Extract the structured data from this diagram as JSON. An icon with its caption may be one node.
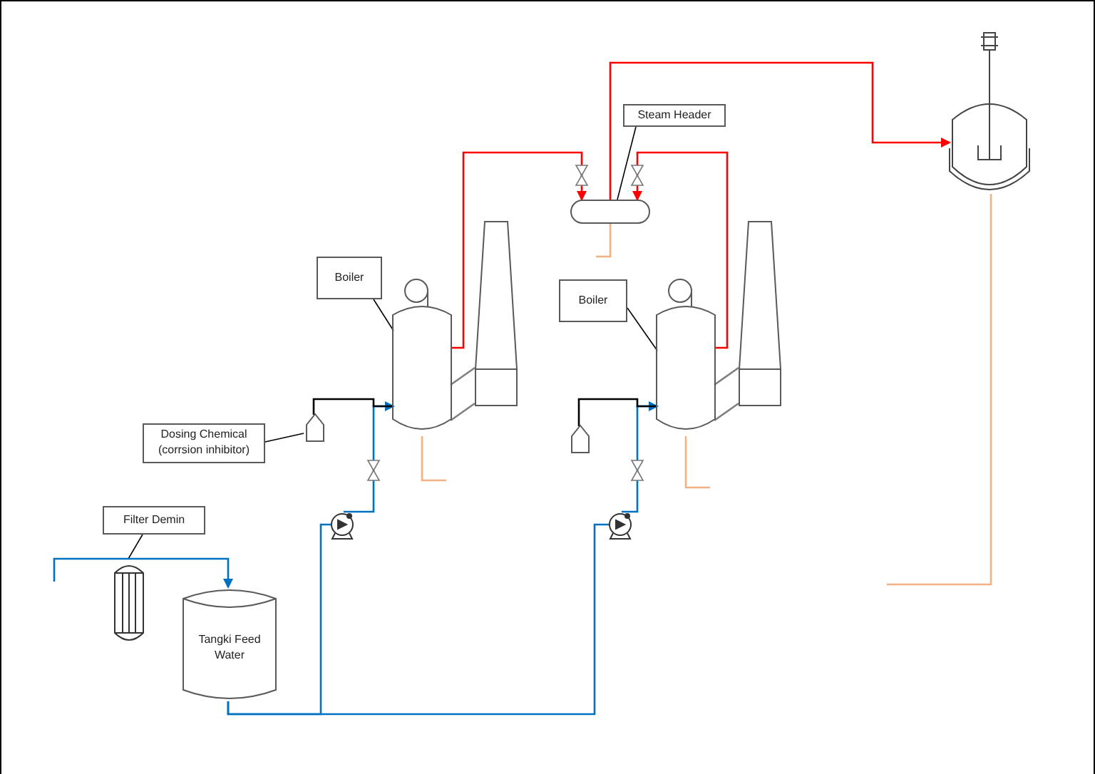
{
  "diagram": {
    "nodes": [
      {
        "text": [
          "Steam Header"
        ]
      },
      {
        "text": [
          "Boiler"
        ]
      },
      {
        "text": [
          "Boiler"
        ]
      },
      {
        "text": [
          "Dosing Chemical (corrsion inhibitor)"
        ]
      },
      {
        "text": [
          "Filter Demin"
        ]
      },
      {
        "text": [
          "Tangki Feed Water"
        ]
      },
      {
        "text": [],
        "shape": "cylinder"
      },
      {
        "text": [],
        "shape": "boiler"
      },
      {
        "text": [],
        "shape": "boiler"
      },
      {
        "text": [],
        "shape": "chimney"
      },
      {
        "text": [],
        "shape": "chimney"
      },
      {
        "text": [],
        "shape": "tank"
      },
      {
        "text": [],
        "shape": "tank"
      },
      {
        "text": [],
        "shape": "pump"
      },
      {
        "text": [],
        "shape": "pump"
      },
      {
        "text": [],
        "shape": "filter"
      },
      {
        "text": [],
        "shape": "reactor"
      }
    ],
    "edges": [
      {
        "from": 0,
        "to": 6,
        "arrow": "none"
      },
      {
        "from": 1,
        "to": 7,
        "arrow": "none"
      },
      {
        "from": 2,
        "to": 8,
        "arrow": "none"
      },
      {
        "from": 3,
        "to": 11,
        "arrow": "none"
      },
      {
        "from": 4,
        "to": 15,
        "arrow": "none"
      },
      {
        "from": 7,
        "to": 6,
        "arrow": "to",
        "color": "#ff0000"
      },
      {
        "from": 8,
        "to": 6,
        "arrow": "to",
        "color": "#ff0000"
      },
      {
        "from": 6,
        "to": 16,
        "arrow": "to",
        "color": "#ff0000"
      },
      {
        "from": 5,
        "to": 13,
        "arrow": "none",
        "color": "#0070c0"
      },
      {
        "from": 5,
        "to": 14,
        "arrow": "none",
        "color": "#0070c0"
      },
      {
        "from": 13,
        "to": 7,
        "arrow": "to",
        "color": "#0070c0"
      },
      {
        "from": 14,
        "to": 8,
        "arrow": "to",
        "color": "#0070c0"
      },
      {
        "from": 11,
        "to": 7,
        "arrow": "none"
      },
      {
        "from": 12,
        "to": 8,
        "arrow": "none"
      },
      {
        "from": null,
        "to": 15,
        "arrow": "none",
        "color": "#0070c0"
      },
      {
        "from": 15,
        "to": 5,
        "arrow": "to",
        "color": "#0070c0"
      },
      {
        "from": 7,
        "to": 9,
        "arrow": "none",
        "color": "#7f7f7f"
      },
      {
        "from": 8,
        "to": 10,
        "arrow": "none",
        "color": "#7f7f7f"
      },
      {
        "from": 7,
        "to": null,
        "arrow": "none",
        "color": "#f4b183"
      },
      {
        "from": 8,
        "to": null,
        "arrow": "none",
        "color": "#f4b183"
      },
      {
        "from": 6,
        "to": null,
        "arrow": "none",
        "color": "#f4b183"
      },
      {
        "from": 16,
        "to": null,
        "arrow": "none",
        "color": "#f4b183"
      },
      {
        "from": 7,
        "to": 9,
        "arrow": "none",
        "color": "#7f7f7f"
      },
      {
        "from": 8,
        "to": 10,
        "arrow": "none",
        "color": "#7f7f7f"
      }
    ]
  }
}
